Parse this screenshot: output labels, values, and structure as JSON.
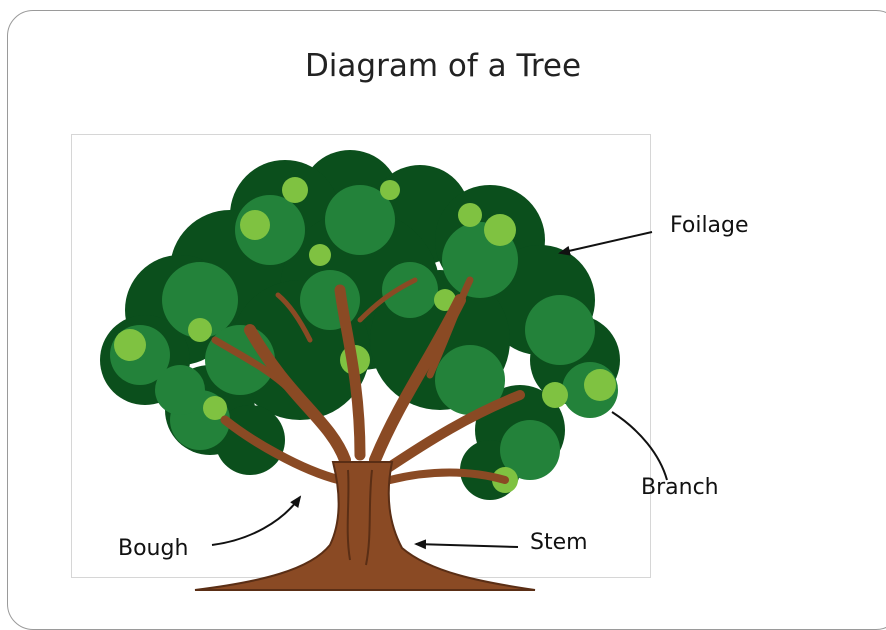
{
  "title": "Diagram of a Tree",
  "labels": {
    "foilage": "Foilage",
    "branch": "Branch",
    "stem": "Stem",
    "bough": "Bough"
  },
  "colors": {
    "foliage_dark": "#0b4f1c",
    "foliage_mid": "#23823a",
    "foliage_light": "#7fc241",
    "bark": "#8a4a24",
    "bark_dark": "#5a2e15"
  }
}
